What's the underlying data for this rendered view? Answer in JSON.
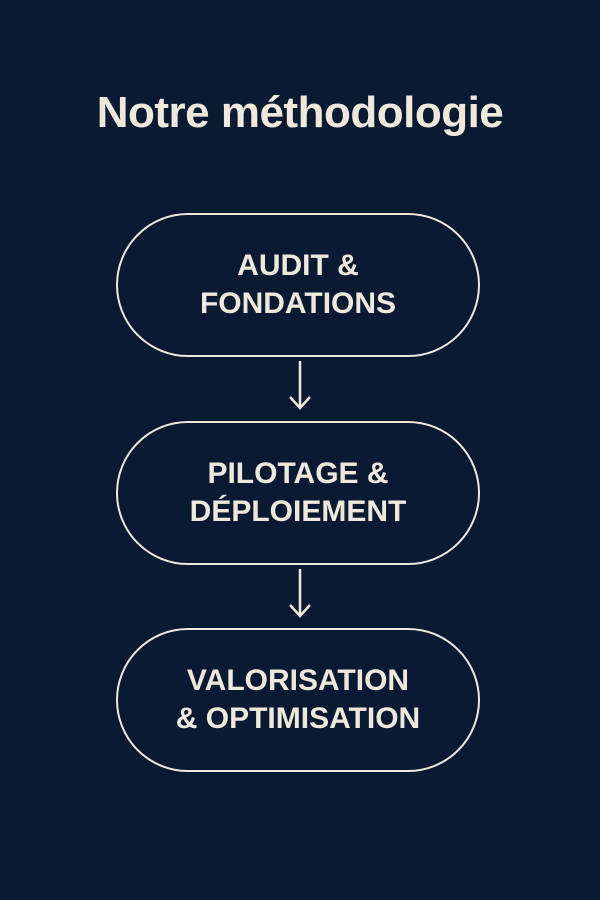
{
  "title": "Notre méthodologie",
  "steps": [
    {
      "line1": "AUDIT &",
      "line2": "FONDATIONS"
    },
    {
      "line1": "PILOTAGE &",
      "line2": "DÉPLOIEMENT"
    },
    {
      "line1": "VALORISATION",
      "line2": "& OPTIMISATION"
    }
  ],
  "colors": {
    "background": "#0b1a33",
    "foreground": "#efe9dc"
  }
}
